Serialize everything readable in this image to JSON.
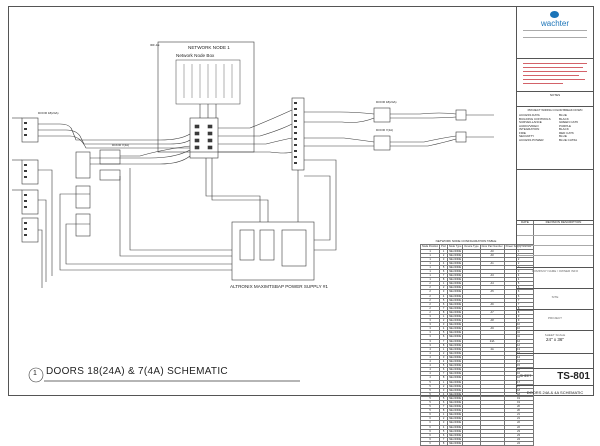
{
  "drawing": {
    "title": "DOORS 18(24A) & 7(4A) SCHEMATIC",
    "detail_number": "1"
  },
  "network_node": {
    "title": "NETWORK NODE 1",
    "subtitle": "Network Node Box",
    "idf_label": "IDF-1E"
  },
  "door_labels": {
    "door_18": "DOOR 18(24A)",
    "door_7": "DOOR 7(4A)",
    "door_right_top": "DOOR 18(24A)",
    "door_right_bottom": "DOOR 7(4A)"
  },
  "power_supply": {
    "label": "ALTRONIX MAXIMTSBAP POWER SUPPLY #1"
  },
  "title_block": {
    "logo": "wachter",
    "notes_heading": "NOTES",
    "color_code_heading": "PROJECT WIRING COLOR BREAK DOWN",
    "color_code": [
      {
        "system": "ACCESS DATA",
        "color": "BLUE"
      },
      {
        "system": "BUILDING CONTROLS",
        "color": "BLACK"
      },
      {
        "system": "SURVEILLANCE",
        "color": "GREEN CAT6"
      },
      {
        "system": "AUDIO/VIDEO",
        "color": "PURPLE"
      },
      {
        "system": "INTEGRATION",
        "color": "BLACK"
      },
      {
        "system": "FIRE",
        "color": "RED CAT6"
      },
      {
        "system": "SECURITY",
        "color": "BLUE"
      },
      {
        "system": "ACCESS POWER",
        "color": "BLUE CAT6A"
      }
    ],
    "revision_headings": [
      "DATE",
      "REVISION DESCRIPTION"
    ],
    "company_name_label": "COMPANY NAME / OWNER INFO",
    "site_label": "SITE",
    "project_label": "PROJECT",
    "sheet_scale_label": "SHEET SCALE",
    "sheet_scale": "24\" x 36\"",
    "sheet_label": "SHEET",
    "sheet_number": "TS-801",
    "sheet_title": "DOORS 24A & 4A SCHEMATIC"
  },
  "config_table": {
    "title": "NETWORK NODE CONFIGURATION TABLE",
    "headers": [
      "Node Position",
      "Port",
      "Node Type",
      "Device Type",
      "Door Pair Number",
      "Power Supply Number"
    ],
    "rows": [
      [
        "1",
        "1",
        "NE-NODE",
        "",
        "A0",
        "1"
      ],
      [
        "1",
        "2",
        "NE-NODE",
        "",
        "A0",
        "1"
      ],
      [
        "1",
        "3",
        "NE-NODE",
        "",
        "",
        "2"
      ],
      [
        "1",
        "4",
        "NE-NODE",
        "",
        "A1",
        "2"
      ],
      [
        "1",
        "5",
        "NE-NODE",
        "",
        "",
        "3"
      ],
      [
        "1",
        "6",
        "NE-NODE",
        "",
        "",
        "3"
      ],
      [
        "1",
        "7",
        "NE-NODE",
        "",
        "A3",
        "4"
      ],
      [
        "1",
        "8",
        "NE-NODE",
        "",
        "",
        "4"
      ],
      [
        "2",
        "1",
        "NE-NODE",
        "",
        "A4",
        "5"
      ],
      [
        "2",
        "2",
        "NE-NODE",
        "",
        "",
        "5"
      ],
      [
        "2",
        "3",
        "NE-NODE",
        "",
        "A5",
        "6"
      ],
      [
        "2",
        "4",
        "NE-NODE",
        "",
        "",
        "6"
      ],
      [
        "2",
        "5",
        "NE-NODE",
        "",
        "",
        "7"
      ],
      [
        "2",
        "6",
        "NE-NODE",
        "",
        "A6",
        "7"
      ],
      [
        "2",
        "7",
        "NE-NODE",
        "",
        "",
        "8"
      ],
      [
        "2",
        "8",
        "NE-NODE",
        "",
        "A7",
        "8"
      ],
      [
        "3",
        "1",
        "NE-NODE",
        "",
        "",
        "9"
      ],
      [
        "3",
        "2",
        "NE-NODE",
        "",
        "A8",
        "9"
      ],
      [
        "3",
        "3",
        "NE-NODE",
        "",
        "",
        "10"
      ],
      [
        "3",
        "4",
        "NE-NODE",
        "",
        "A9",
        "10"
      ],
      [
        "3",
        "5",
        "NE-NODE",
        "",
        "",
        "11"
      ],
      [
        "3",
        "6",
        "NE-NODE",
        "",
        "",
        "11"
      ],
      [
        "3",
        "7",
        "NE-NODE",
        "",
        "24A",
        "12"
      ],
      [
        "3",
        "8",
        "NE-NODE",
        "",
        "",
        "12"
      ],
      [
        "4",
        "1",
        "NE-NODE",
        "",
        "4A",
        "13"
      ],
      [
        "4",
        "2",
        "NE-NODE",
        "",
        "",
        "13"
      ],
      [
        "4",
        "3",
        "NE-NODE",
        "",
        "",
        "14"
      ],
      [
        "4",
        "4",
        "NE-NODE",
        "",
        "",
        "14"
      ],
      [
        "4",
        "5",
        "NE-NODE",
        "",
        "",
        "15"
      ],
      [
        "4",
        "6",
        "NE-NODE",
        "",
        "",
        "15"
      ],
      [
        "4",
        "7",
        "NE-NODE",
        "",
        "",
        "16"
      ],
      [
        "4",
        "8",
        "NE-NODE",
        "",
        "",
        "16"
      ],
      [
        "5",
        "1",
        "NE-NODE",
        "",
        "",
        "17"
      ],
      [
        "5",
        "2",
        "NE-NODE",
        "",
        "",
        "17"
      ],
      [
        "5",
        "3",
        "NE-NODE",
        "",
        "",
        "18"
      ],
      [
        "5",
        "4",
        "NE-NODE",
        "",
        "",
        "18"
      ],
      [
        "5",
        "5",
        "NE-NODE",
        "",
        "",
        "19"
      ],
      [
        "5",
        "6",
        "NE-NODE",
        "",
        "",
        "19"
      ],
      [
        "5",
        "7",
        "NE-NODE",
        "",
        "",
        "20"
      ],
      [
        "5",
        "8",
        "NE-NODE",
        "",
        "",
        "20"
      ],
      [
        "6",
        "1",
        "NE-NODE",
        "",
        "",
        "21"
      ],
      [
        "6",
        "2",
        "NE-NODE",
        "",
        "",
        "21"
      ],
      [
        "6",
        "3",
        "NE-NODE",
        "",
        "",
        "22"
      ],
      [
        "6",
        "4",
        "NE-NODE",
        "",
        "",
        "22"
      ],
      [
        "6",
        "5",
        "NE-NODE",
        "",
        "",
        "23"
      ],
      [
        "6",
        "6",
        "NE-NODE",
        "",
        "",
        "23"
      ],
      [
        "6",
        "7",
        "NE-NODE",
        "",
        "",
        "24"
      ],
      [
        "6",
        "8",
        "NE-NODE",
        "",
        "",
        "24"
      ]
    ]
  },
  "colors": {
    "line": "#3a3a3a",
    "accent_red": "#c0202a",
    "logo_blue": "#1b74b8"
  }
}
